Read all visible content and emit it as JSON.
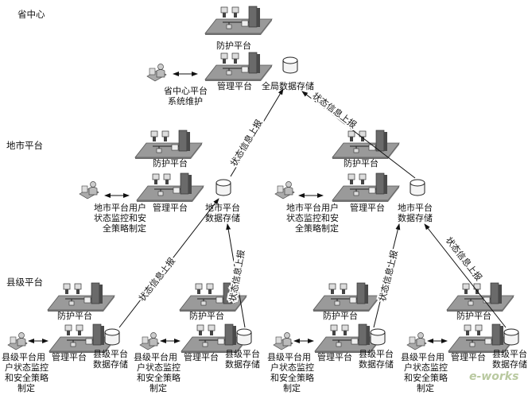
{
  "levels": {
    "province": "省中心",
    "city": "地市平台",
    "county": "县级平台"
  },
  "province": {
    "protect": "防护平台",
    "manage": "管理平台",
    "storage": "全局数据存储",
    "user": [
      "省中心平台",
      "系统维护"
    ]
  },
  "city": {
    "protect": "防护平台",
    "manage": "管理平台",
    "storage": [
      "地市平台",
      "数据存储"
    ],
    "user": [
      "地市平台用户",
      "状态监控和安",
      "全策略制定"
    ]
  },
  "county": {
    "protect": "防护平台",
    "manage": "管理平台",
    "storage": [
      "县级平台",
      "数据存储"
    ],
    "user": [
      "县级平台用",
      "户状态监控",
      "和安全策略",
      "制定"
    ]
  },
  "report_label": "状态信息上报",
  "watermark": "e-works"
}
